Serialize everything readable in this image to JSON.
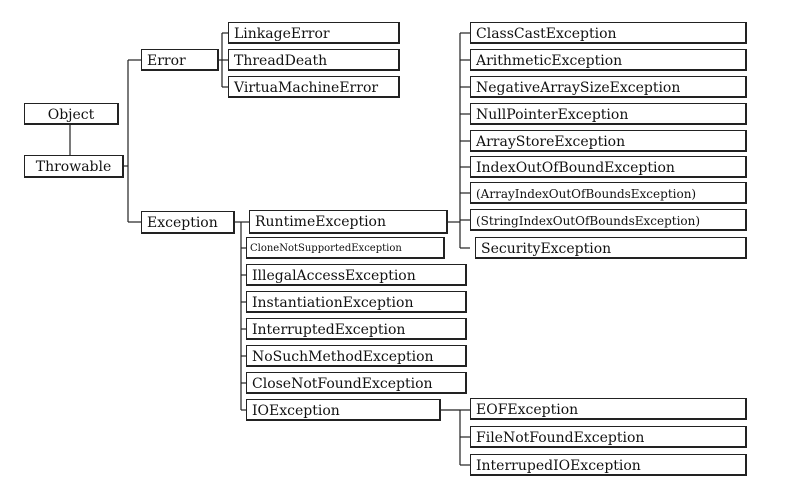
{
  "nodes": {
    "object": "Object",
    "throwable": "Throwable",
    "error": "Error",
    "exception": "Exception",
    "linkage_error": "LinkageError",
    "thread_death": "ThreadDeath",
    "virtual_machine_error": "VirtuaMachineError",
    "runtime_exception": "RuntimeException",
    "clone_not_supported_exception": "CloneNotSupportedException",
    "illegal_access_exception": "IllegalAccessException",
    "instantiation_exception": "InstantiationException",
    "interrupted_exception": "InterruptedException",
    "no_such_method_exception": "NoSuchMethodException",
    "close_not_found_exception": "CloseNotFoundException",
    "io_exception": "IOException",
    "class_cast_exception": "ClassCastException",
    "arithmetic_exception": "ArithmeticException",
    "negative_array_size_exception": "NegativeArraySizeException",
    "null_pointer_exception": "NullPointerException",
    "array_store_exception": "ArrayStoreException",
    "index_out_of_bound_exception": "IndexOutOfBoundException",
    "array_index_out_of_bounds_exception": "(ArrayIndexOutOfBoundsException)",
    "string_index_out_of_bounds_exception": "(StringIndexOutOfBoundsException)",
    "security_exception": "SecurityException",
    "eof_exception": "EOFException",
    "file_not_found_exception": "FileNotFoundException",
    "interrupted_io_exception": "InterrupedIOException"
  }
}
